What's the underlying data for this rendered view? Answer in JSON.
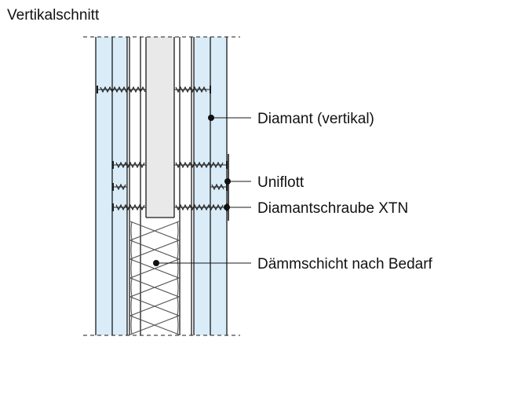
{
  "title": "Vertikalschnitt",
  "labels": [
    {
      "id": "diamant",
      "text": "Diamant (vertikal)"
    },
    {
      "id": "uniflott",
      "text": "Uniflott"
    },
    {
      "id": "screw",
      "text": "Diamantschraube XTN"
    },
    {
      "id": "insulation",
      "text": "Dämmschicht nach Bedarf"
    }
  ],
  "colors": {
    "board": "#d9ecf8",
    "core": "#e9e9e9",
    "line": "#1a1a1a"
  }
}
